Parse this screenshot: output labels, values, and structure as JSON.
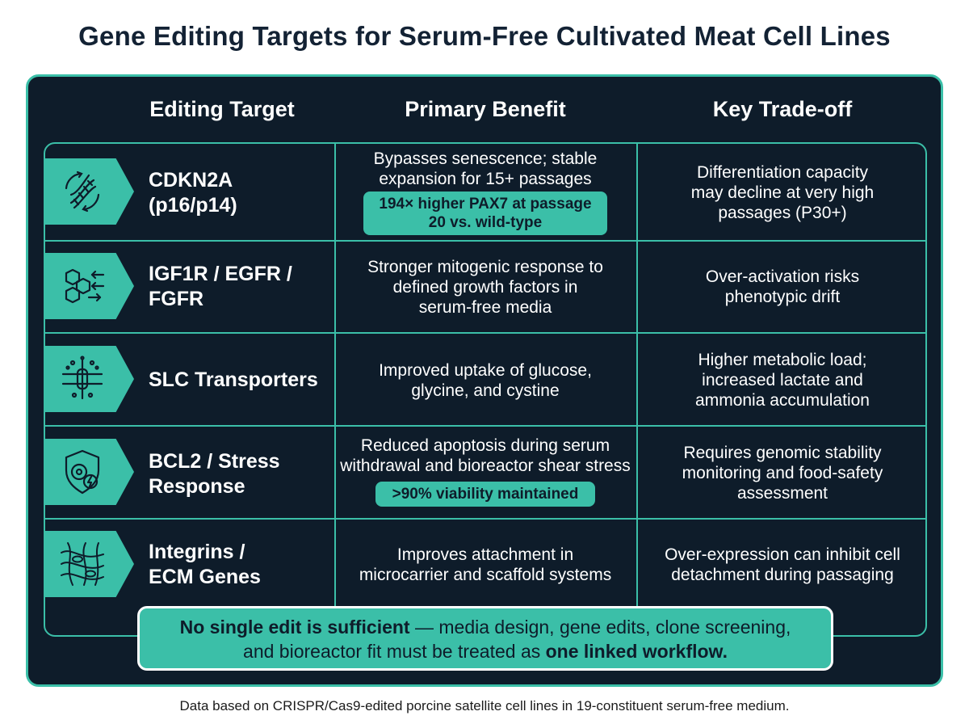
{
  "title": "Gene Editing Targets for Serum-Free Cultivated Meat Cell Lines",
  "headers": {
    "target": "Editing Target",
    "benefit": "Primary Benefit",
    "tradeoff": "Key Trade-off"
  },
  "rows": [
    {
      "icon": "dna-cycle-icon",
      "target_line1": "CDKN2A",
      "target_line2": "(p16/p14)",
      "benefit_line1": "Bypasses senescence; stable",
      "benefit_line2": "expansion for 15+ passages",
      "badge_line1": "194× higher PAX7 at passage",
      "badge_line2": "20 vs. wild-type",
      "tradeoff_line1": "Differentiation capacity",
      "tradeoff_line2": "may decline at very high",
      "tradeoff_line3": "passages (P30+)"
    },
    {
      "icon": "receptor-hexagon-icon",
      "target_line1": "IGF1R / EGFR /",
      "target_line2": "FGFR",
      "benefit_line1": "Stronger mitogenic response to",
      "benefit_line2": "defined growth factors in",
      "benefit_line3": "serum-free media",
      "tradeoff_line1": "Over-activation risks",
      "tradeoff_line2": "phenotypic drift"
    },
    {
      "icon": "membrane-transporter-icon",
      "target_line1": "SLC Transporters",
      "benefit_line1": "Improved uptake of glucose,",
      "benefit_line2": "glycine, and cystine",
      "tradeoff_line1": "Higher metabolic load;",
      "tradeoff_line2": "increased lactate and",
      "tradeoff_line3": "ammonia accumulation"
    },
    {
      "icon": "shield-cell-icon",
      "target_line1": "BCL2 / Stress",
      "target_line2": "Response",
      "benefit_line1": "Reduced apoptosis during serum",
      "benefit_line2": "withdrawal and bioreactor shear stress",
      "badge_line1": ">90% viability maintained",
      "tradeoff_line1": "Requires genomic stability",
      "tradeoff_line2": "monitoring and food-safety",
      "tradeoff_line3": "assessment"
    },
    {
      "icon": "ecm-fiber-mesh-icon",
      "target_line1": "Integrins /",
      "target_line2": "ECM Genes",
      "benefit_line1": "Improves attachment in",
      "benefit_line2": "microcarrier and scaffold systems",
      "tradeoff_line1": "Over-expression can inhibit cell",
      "tradeoff_line2": "detachment during passaging"
    }
  ],
  "callout": {
    "bold1": "No single edit is sufficient",
    "text1": " — media design, gene edits, clone screening,",
    "text2": "and bioreactor fit must be treated as ",
    "bold2": "one linked workflow."
  },
  "footnote": "Data based on CRISPR/Cas9-edited porcine satellite cell lines in 19-constituent serum-free medium.",
  "colors": {
    "panel": "#0e1c2a",
    "accent": "#3bbfa8",
    "title": "#132234"
  }
}
